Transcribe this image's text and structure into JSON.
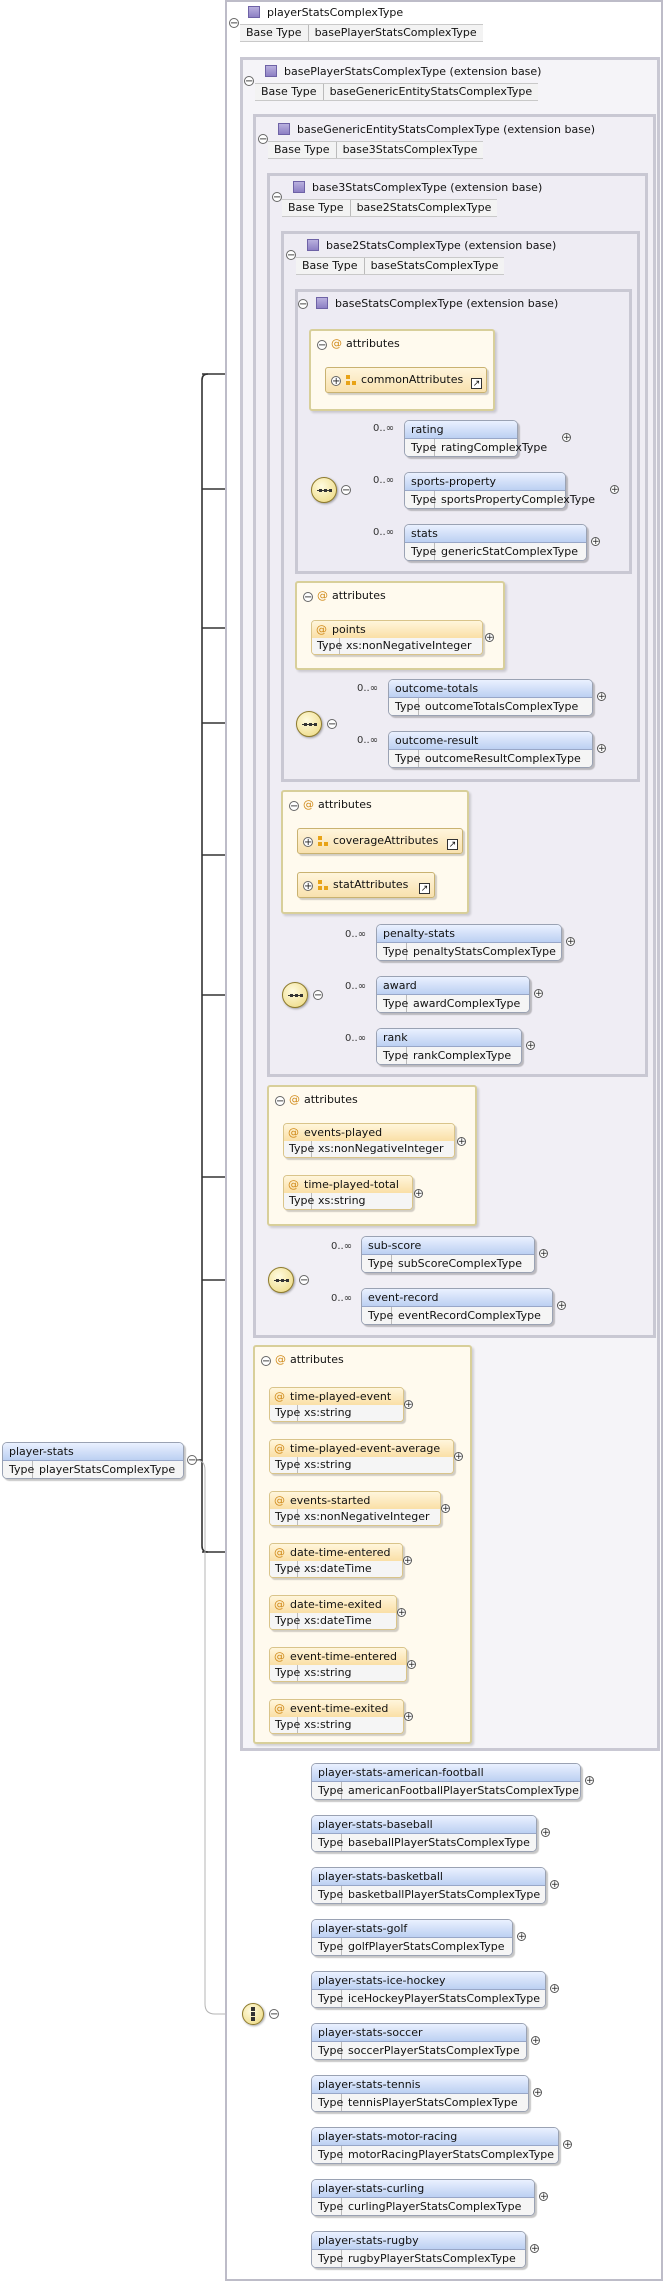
{
  "root_element": {
    "name": "player-stats",
    "type_label": "Type",
    "type": "playerStatsComplexType"
  },
  "type_header": {
    "name": "playerStatsComplexType",
    "base_type_label": "Base Type",
    "base_type": "basePlayerStatsComplexType"
  },
  "nested_types": [
    {
      "name": "basePlayerStatsComplexType (extension base)",
      "base_type_label": "Base Type",
      "base_type": "baseGenericEntityStatsComplexType"
    },
    {
      "name": "baseGenericEntityStatsComplexType (extension base)",
      "base_type_label": "Base Type",
      "base_type": "base3StatsComplexType"
    },
    {
      "name": "base3StatsComplexType (extension base)",
      "base_type_label": "Base Type",
      "base_type": "base2StatsComplexType"
    },
    {
      "name": "base2StatsComplexType (extension base)",
      "base_type_label": "Base Type",
      "base_type": "baseStatsComplexType"
    },
    {
      "name": "baseStatsComplexType (extension base)"
    }
  ],
  "labels": {
    "attributes": "attributes",
    "type": "Type",
    "at": "@",
    "cardinality": "0..∞",
    "collapse": "−",
    "expand": "+",
    "ref_link": "↗"
  },
  "base_stats": {
    "attribute_refs": [
      "commonAttributes"
    ],
    "sequence": [
      {
        "name": "rating",
        "type": "ratingComplexType"
      },
      {
        "name": "sports-property",
        "type": "sportsPropertyComplexType"
      },
      {
        "name": "stats",
        "type": "genericStatComplexType"
      }
    ]
  },
  "base2": {
    "attributes": [
      {
        "name": "points",
        "type": "xs:nonNegativeInteger"
      }
    ],
    "sequence": [
      {
        "name": "outcome-totals",
        "type": "outcomeTotalsComplexType"
      },
      {
        "name": "outcome-result",
        "type": "outcomeResultComplexType"
      }
    ]
  },
  "base3": {
    "attribute_refs": [
      "coverageAttributes",
      "statAttributes"
    ],
    "sequence": [
      {
        "name": "penalty-stats",
        "type": "penaltyStatsComplexType"
      },
      {
        "name": "award",
        "type": "awardComplexType"
      },
      {
        "name": "rank",
        "type": "rankComplexType"
      }
    ]
  },
  "generic_entity": {
    "attributes": [
      {
        "name": "events-played",
        "type": "xs:nonNegativeInteger"
      },
      {
        "name": "time-played-total",
        "type": "xs:string"
      }
    ],
    "sequence": [
      {
        "name": "sub-score",
        "type": "subScoreComplexType"
      },
      {
        "name": "event-record",
        "type": "eventRecordComplexType"
      }
    ]
  },
  "base_player": {
    "attributes": [
      {
        "name": "time-played-event",
        "type": "xs:string"
      },
      {
        "name": "time-played-event-average",
        "type": "xs:string"
      },
      {
        "name": "events-started",
        "type": "xs:nonNegativeInteger"
      },
      {
        "name": "date-time-entered",
        "type": "xs:dateTime"
      },
      {
        "name": "date-time-exited",
        "type": "xs:dateTime"
      },
      {
        "name": "event-time-entered",
        "type": "xs:string"
      },
      {
        "name": "event-time-exited",
        "type": "xs:string"
      }
    ]
  },
  "choice": [
    {
      "name": "player-stats-american-football",
      "type": "americanFootballPlayerStatsComplexType"
    },
    {
      "name": "player-stats-baseball",
      "type": "baseballPlayerStatsComplexType"
    },
    {
      "name": "player-stats-basketball",
      "type": "basketballPlayerStatsComplexType"
    },
    {
      "name": "player-stats-golf",
      "type": "golfPlayerStatsComplexType"
    },
    {
      "name": "player-stats-ice-hockey",
      "type": "iceHockeyPlayerStatsComplexType"
    },
    {
      "name": "player-stats-soccer",
      "type": "soccerPlayerStatsComplexType"
    },
    {
      "name": "player-stats-tennis",
      "type": "tennisPlayerStatsComplexType"
    },
    {
      "name": "player-stats-motor-racing",
      "type": "motorRacingPlayerStatsComplexType"
    },
    {
      "name": "player-stats-curling",
      "type": "curlingPlayerStatsComplexType"
    },
    {
      "name": "player-stats-rugby",
      "type": "rugbyPlayerStatsComplexType"
    }
  ]
}
